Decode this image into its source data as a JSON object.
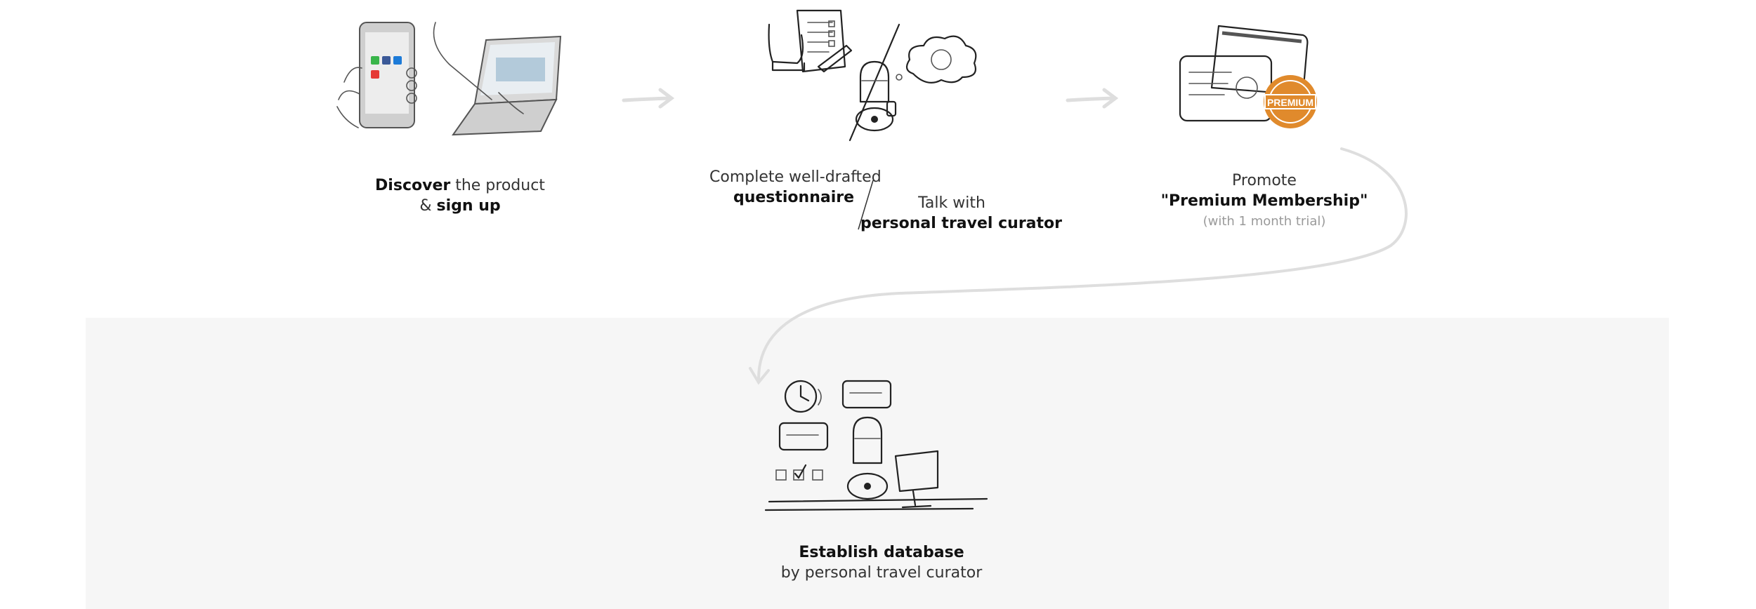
{
  "steps": [
    {
      "id": "discover",
      "bold1": "Discover",
      "text1": " the product",
      "text2": "& ",
      "bold2": "sign up",
      "icons": [
        "phone-icon",
        "laptop-icon"
      ]
    },
    {
      "id": "questionnaire",
      "line1": "Complete well-drafted",
      "bold1": "questionnaire",
      "line2": "Talk with",
      "bold2": "personal travel curator",
      "icons": [
        "checklist-icon",
        "robot-icon",
        "thought-cloud-icon"
      ]
    },
    {
      "id": "premium",
      "line1": "Promote",
      "bold1": "\"Premium Membership\"",
      "sub": "(with 1 month trial)",
      "badge": "PREMIUM",
      "icons": [
        "membership-card-icon",
        "premium-badge-icon"
      ]
    },
    {
      "id": "database",
      "bold1": "Establish database",
      "line1": "by personal travel curator",
      "icons": [
        "clock-icon",
        "robot-at-desk-icon"
      ]
    }
  ],
  "colors": {
    "panel": "#f6f6f6",
    "arrow": "#dedede",
    "badge": "#e08a2c",
    "phone_icons": [
      "#39b54a",
      "#3b5998",
      "#1d7bd8",
      "#e53935"
    ]
  }
}
